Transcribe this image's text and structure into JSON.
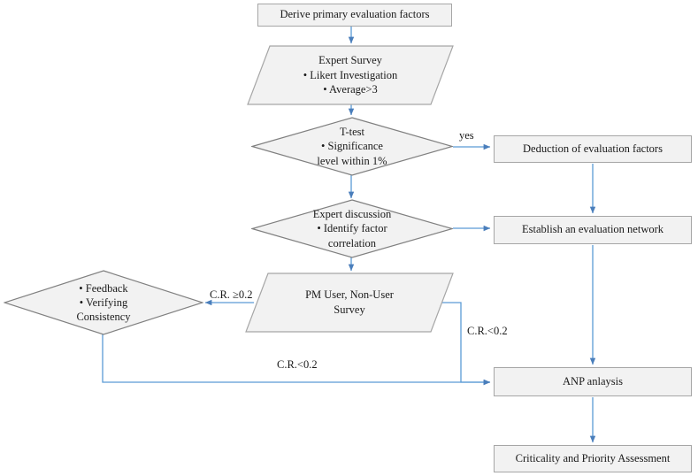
{
  "diagram": {
    "title": "Evaluation factor derivation and ANP analysis flowchart",
    "colors": {
      "node_fill": "#f2f2f2",
      "node_border": "#a6a6a6",
      "connector": "#5b9bd5",
      "text": "#1a1a1a",
      "background": "#ffffff"
    },
    "nodes": {
      "derive_factors": {
        "label": "Derive primary evaluation factors",
        "shape": "rectangle"
      },
      "expert_survey": {
        "shape": "parallelogram",
        "line1": "Expert Survey",
        "line2": "•  Likert Investigation",
        "line3": "•  Average>3"
      },
      "t_test": {
        "shape": "diamond",
        "line1": "T-test",
        "line2": "•  Significance",
        "line3": "level within 1%"
      },
      "expert_discussion": {
        "shape": "diamond",
        "line1": "Expert discussion",
        "line2": "•  Identify factor",
        "line3": "correlation"
      },
      "pm_user_survey": {
        "shape": "parallelogram",
        "line1": "PM User, Non-User",
        "line2": "Survey"
      },
      "feedback": {
        "shape": "diamond",
        "line1": "•  Feedback",
        "line2": "•  Verifying",
        "line3": "Consistency"
      },
      "deduction_factors": {
        "label": "Deduction of evaluation factors",
        "shape": "rectangle"
      },
      "establish_network": {
        "label": "Establish an evaluation network",
        "shape": "rectangle"
      },
      "anp_analysis": {
        "label": "ANP anlaysis",
        "shape": "rectangle"
      },
      "criticality_assessment": {
        "label": "Criticality and Priority Assessment",
        "shape": "rectangle"
      }
    },
    "edge_labels": {
      "yes": "yes",
      "cr_ge": "C.R. ≥0.2",
      "cr_lt_right": "C.R.<0.2",
      "cr_lt_bottom": "C.R.<0.2"
    }
  }
}
